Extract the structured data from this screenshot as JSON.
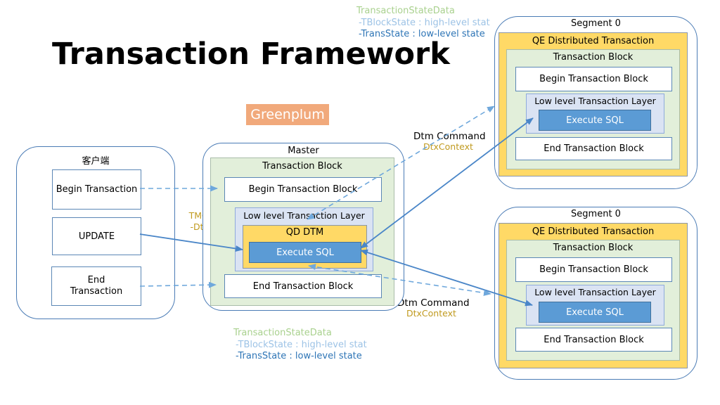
{
  "title": "Transaction Framework",
  "badge": {
    "label": "Greenplum"
  },
  "client": {
    "label": "客户端",
    "begin": "Begin Transaction",
    "update": "UPDATE",
    "end": "End\nTransaction"
  },
  "master": {
    "label": "Master",
    "block": "Transaction Block",
    "begin": "Begin Transaction Block",
    "layer": "Low level Transaction Layer",
    "qd_dtm": "QD DTM",
    "execute": "Execute SQL",
    "end": "End Transaction Block"
  },
  "segment_top": {
    "label": "Segment 0",
    "qe": "QE Distributed Transaction",
    "block": "Transaction Block",
    "begin": "Begin Transaction Block",
    "layer": "Low level Transaction Layer",
    "execute": "Execute SQL",
    "end": "End Transaction Block"
  },
  "segment_bottom": {
    "label": "Segment 0",
    "qe": "QE Distributed Transaction",
    "block": "Transaction Block",
    "begin": "Begin Transaction Block",
    "layer": "Low level Transaction Layer",
    "execute": "Execute SQL",
    "end": "End Transaction Block"
  },
  "annotations": {
    "state_top": {
      "title": "TransactionStateData",
      "tblock": "-TBlockState : high-level stat",
      "trans": "-TransState : low-level state"
    },
    "state_bottom": {
      "title": "TransactionStateData",
      "tblock": "-TBlockState : high-level stat",
      "trans": "-TransState : low-level state"
    },
    "dtm_top": {
      "command": "Dtm Command",
      "context": "DtxContext"
    },
    "dtm_bottom": {
      "command": "Dtm Command",
      "context": "DtxContext"
    },
    "tmgxact": {
      "line1": "TMGXACT",
      "line2": "-DtxState"
    }
  },
  "colors": {
    "accent_orange": "#F1A97B",
    "fill_yellow": "#FFD966",
    "fill_green": "#E2EFDA",
    "fill_lavender": "#DAE3F3",
    "fill_blue": "#5B9BD5",
    "border_blue": "#4A7BB5",
    "text_gold": "#C09A1F",
    "text_green": "#A9D18E",
    "text_lightblue": "#9DC3E6",
    "text_blue": "#2E75B6"
  }
}
